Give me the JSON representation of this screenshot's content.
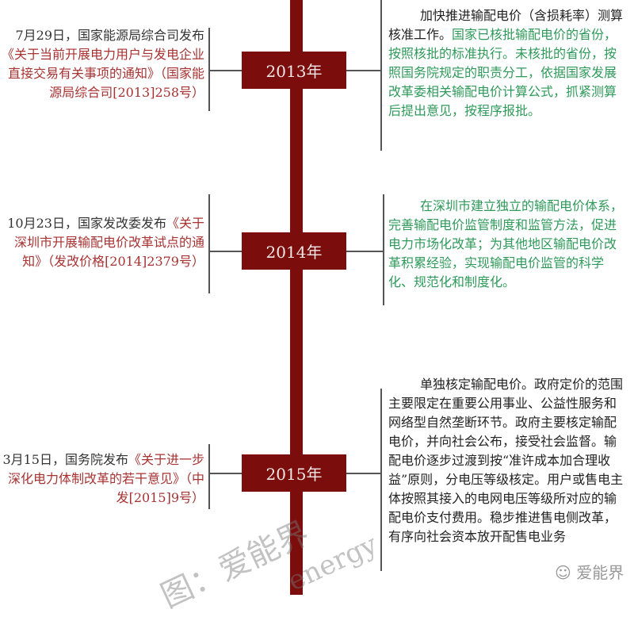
{
  "entries": [
    {
      "year": "2013年",
      "left_plain": "7月29日，国家能源局综合司发布",
      "left_red": "《关于当前开展电力用户与发电企业直接交易有关事项的通知》（国家能源局综合司[2013]258号）",
      "right_black": "加快推进输配电价（含损耗率）测算核准工作。",
      "right_green": "国家已核批输配电价的省份，按照核批的标准执行。未核批的省份，按照国务院规定的职责分工，依据国家发展改革委相关输配电价计算公式，抓紧测算后提出意见，按程序报批。"
    },
    {
      "year": "2014年",
      "left_plain": "10月23日，国家发改委发布",
      "left_red": "《关于深圳市开展输配电价改革试点的通知》（发改价格[2014]2379号）",
      "right_green": "在深圳市建立独立的输配电价体系，完善输配电价监管制度和监管方法，促进电力市场化改革；为其他地区输配电价改革积累经验，实现输配电价监管的科学化、规范化和制度化。"
    },
    {
      "year": "2015年",
      "left_plain": "3月15日，国务院发布",
      "left_red": "《关于进一步深化电力体制改革的若干意见》（中发[2015]9号）",
      "right_black": "单独核定输配电价。政府定价的范围主要限定在重要公用事业、公益性服务和网络型自然垄断环节。政府主要核定输配电价，并向社会公布，接受社会监督。输配电价逐步过渡到按“准许成本加合理收益”原则，分电压等级核定。用户或售电主体按照其接入的电网电压等级所对应的输配电价支付费用。稳步推进售电侧改革，有序向社会资本放开配售电业务"
    }
  ],
  "watermark": {
    "main": "图：爱能界",
    "en": "energy",
    "corner": "爱能界"
  }
}
